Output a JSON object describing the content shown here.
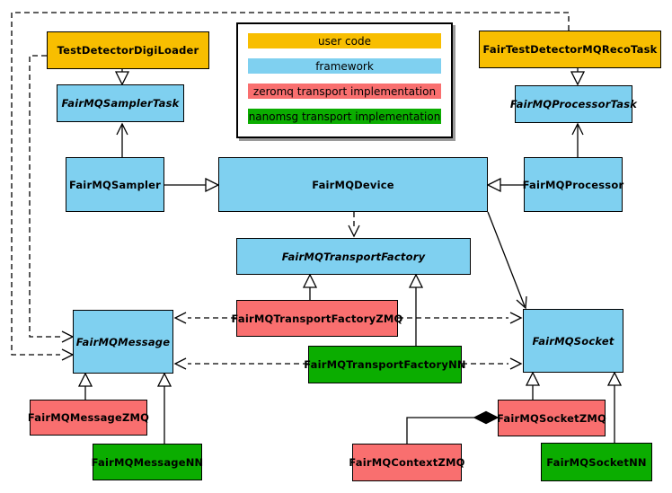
{
  "legend": {
    "items": [
      {
        "label": "user code",
        "color": "#F8BE00",
        "category": "user-code"
      },
      {
        "label": "framework",
        "color": "#7FD0F0",
        "category": "framework"
      },
      {
        "label": "zeromq transport implementation",
        "color": "#F96F6F",
        "category": "zeromq"
      },
      {
        "label": "nanomsg transport implementation",
        "color": "#0BAD00",
        "category": "nanomsg"
      }
    ]
  },
  "classes": {
    "testDetectorDigiLoader": {
      "label": "TestDetectorDigiLoader",
      "category": "user code",
      "abstract": false
    },
    "fairTestDetectorMQRecoTask": {
      "label": "FairTestDetectorMQRecoTask",
      "category": "user code",
      "abstract": false
    },
    "fairMQSamplerTask": {
      "label": "FairMQSamplerTask",
      "category": "framework",
      "abstract": true
    },
    "fairMQProcessorTask": {
      "label": "FairMQProcessorTask",
      "category": "framework",
      "abstract": true
    },
    "fairMQSampler": {
      "label": "FairMQSampler",
      "category": "framework",
      "abstract": false
    },
    "fairMQDevice": {
      "label": "FairMQDevice",
      "category": "framework",
      "abstract": false
    },
    "fairMQProcessor": {
      "label": "FairMQProcessor",
      "category": "framework",
      "abstract": false
    },
    "fairMQTransportFactory": {
      "label": "FairMQTransportFactory",
      "category": "framework",
      "abstract": true
    },
    "fairMQTransportFactoryZMQ": {
      "label": "FairMQTransportFactoryZMQ",
      "category": "zeromq",
      "abstract": false
    },
    "fairMQTransportFactoryNN": {
      "label": "FairMQTransportFactoryNN",
      "category": "nanomsg",
      "abstract": false
    },
    "fairMQMessage": {
      "label": "FairMQMessage",
      "category": "framework",
      "abstract": true
    },
    "fairMQSocket": {
      "label": "FairMQSocket",
      "category": "framework",
      "abstract": true
    },
    "fairMQMessageZMQ": {
      "label": "FairMQMessageZMQ",
      "category": "zeromq",
      "abstract": false
    },
    "fairMQMessageNN": {
      "label": "FairMQMessageNN",
      "category": "nanomsg",
      "abstract": false
    },
    "fairMQContextZMQ": {
      "label": "FairMQContextZMQ",
      "category": "zeromq",
      "abstract": false
    },
    "fairMQSocketZMQ": {
      "label": "FairMQSocketZMQ",
      "category": "zeromq",
      "abstract": false
    },
    "fairMQSocketNN": {
      "label": "FairMQSocketNN",
      "category": "nanomsg",
      "abstract": false
    }
  },
  "relations": [
    {
      "from": "TestDetectorDigiLoader",
      "to": "FairMQSamplerTask",
      "type": "inheritance"
    },
    {
      "from": "FairTestDetectorMQRecoTask",
      "to": "FairMQProcessorTask",
      "type": "inheritance"
    },
    {
      "from": "FairMQSampler",
      "to": "FairMQSamplerTask",
      "type": "association"
    },
    {
      "from": "FairMQProcessor",
      "to": "FairMQProcessorTask",
      "type": "association"
    },
    {
      "from": "FairMQSampler",
      "to": "FairMQDevice",
      "type": "inheritance"
    },
    {
      "from": "FairMQProcessor",
      "to": "FairMQDevice",
      "type": "inheritance"
    },
    {
      "from": "FairMQDevice",
      "to": "FairMQTransportFactory",
      "type": "dependency"
    },
    {
      "from": "FairMQDevice",
      "to": "FairMQSocket",
      "type": "association"
    },
    {
      "from": "FairMQTransportFactoryZMQ",
      "to": "FairMQTransportFactory",
      "type": "inheritance"
    },
    {
      "from": "FairMQTransportFactoryNN",
      "to": "FairMQTransportFactory",
      "type": "inheritance"
    },
    {
      "from": "FairMQTransportFactoryZMQ",
      "to": "FairMQMessage",
      "type": "dependency"
    },
    {
      "from": "FairMQTransportFactoryZMQ",
      "to": "FairMQSocket",
      "type": "dependency"
    },
    {
      "from": "FairMQTransportFactoryNN",
      "to": "FairMQMessage",
      "type": "dependency"
    },
    {
      "from": "FairMQTransportFactoryNN",
      "to": "FairMQSocket",
      "type": "dependency"
    },
    {
      "from": "TestDetectorDigiLoader",
      "to": "FairMQMessage",
      "type": "dependency"
    },
    {
      "from": "FairTestDetectorMQRecoTask",
      "to": "FairMQMessage",
      "type": "dependency"
    },
    {
      "from": "FairMQMessageZMQ",
      "to": "FairMQMessage",
      "type": "inheritance"
    },
    {
      "from": "FairMQMessageNN",
      "to": "FairMQMessage",
      "type": "inheritance"
    },
    {
      "from": "FairMQSocketZMQ",
      "to": "FairMQSocket",
      "type": "inheritance"
    },
    {
      "from": "FairMQSocketNN",
      "to": "FairMQSocket",
      "type": "inheritance"
    },
    {
      "from": "FairMQSocketZMQ",
      "to": "FairMQContextZMQ",
      "type": "composition"
    }
  ]
}
